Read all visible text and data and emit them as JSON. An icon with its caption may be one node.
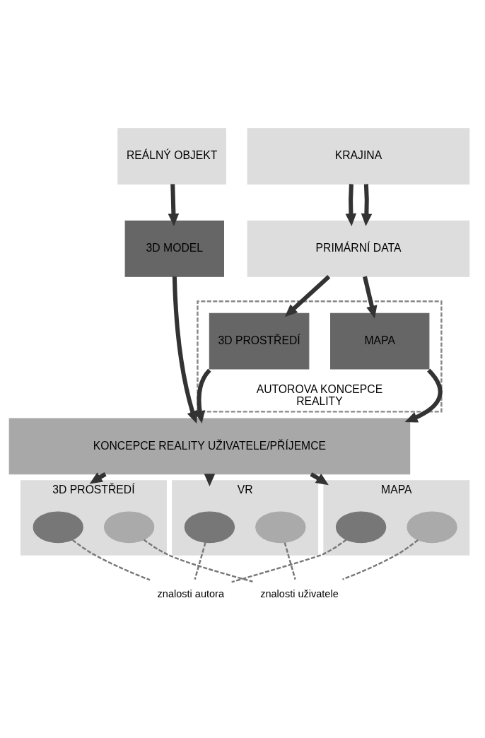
{
  "diagram": {
    "nodes": [
      {
        "text": [
          "REÁLNÝ OBJEKT"
        ]
      },
      {
        "text": [
          "KRAJINA"
        ]
      },
      {
        "text": [
          "3D MODEL"
        ]
      },
      {
        "text": [
          "PRIMÁRNÍ DATA"
        ]
      },
      {
        "text": [
          "AUTOROVA KONCEPCE REALITY"
        ]
      },
      {
        "text": [
          "3D PROSTŘEDÍ"
        ],
        "in": 4
      },
      {
        "text": [
          "MAPA"
        ],
        "in": 4
      },
      {
        "text": [
          "KONCEPCE REALITY UŽIVATELE/PŘÍJEMCE"
        ]
      },
      {
        "text": [
          "3D PROSTŘEDÍ"
        ]
      },
      {
        "text": [],
        "shape": "ellipse",
        "in": 8
      },
      {
        "text": [],
        "shape": "ellipse",
        "in": 8
      },
      {
        "text": [
          "VR"
        ]
      },
      {
        "text": [],
        "shape": "ellipse",
        "in": 11
      },
      {
        "text": [],
        "shape": "ellipse",
        "in": 11
      },
      {
        "text": [
          "MAPA"
        ]
      },
      {
        "text": [],
        "shape": "ellipse",
        "in": 14
      },
      {
        "text": [],
        "shape": "ellipse",
        "in": 14
      },
      {
        "text": [
          "znalosti autora"
        ]
      },
      {
        "text": [
          "znalosti uživatele"
        ]
      }
    ],
    "edges": [
      {
        "from": 0,
        "to": 2,
        "arrow": "to"
      },
      {
        "from": 1,
        "to": 3,
        "arrow": "to"
      },
      {
        "from": 1,
        "to": 3,
        "arrow": "to"
      },
      {
        "from": 3,
        "to": 5,
        "arrow": "to"
      },
      {
        "from": 3,
        "to": 6,
        "arrow": "to"
      },
      {
        "from": 2,
        "to": 7,
        "arrow": "to"
      },
      {
        "from": 5,
        "to": 7,
        "arrow": "to"
      },
      {
        "from": 6,
        "to": 7,
        "arrow": "to"
      },
      {
        "from": 7,
        "to": 8,
        "arrow": "to"
      },
      {
        "from": 7,
        "to": 11,
        "arrow": "to"
      },
      {
        "from": 7,
        "to": 14,
        "arrow": "to"
      },
      {
        "from": 17,
        "to": 9,
        "arrow": "none",
        "style": "dashed",
        "color": "#777777"
      },
      {
        "from": 17,
        "to": 12,
        "arrow": "none",
        "style": "dashed",
        "color": "#777777"
      },
      {
        "from": 17,
        "to": 15,
        "arrow": "none",
        "style": "dashed",
        "color": "#777777"
      },
      {
        "from": 18,
        "to": 10,
        "arrow": "none",
        "style": "dashed",
        "color": "#777777"
      },
      {
        "from": 18,
        "to": 13,
        "arrow": "none",
        "style": "dashed",
        "color": "#777777"
      },
      {
        "from": 18,
        "to": 16,
        "arrow": "none",
        "style": "dashed",
        "color": "#777777"
      }
    ]
  }
}
